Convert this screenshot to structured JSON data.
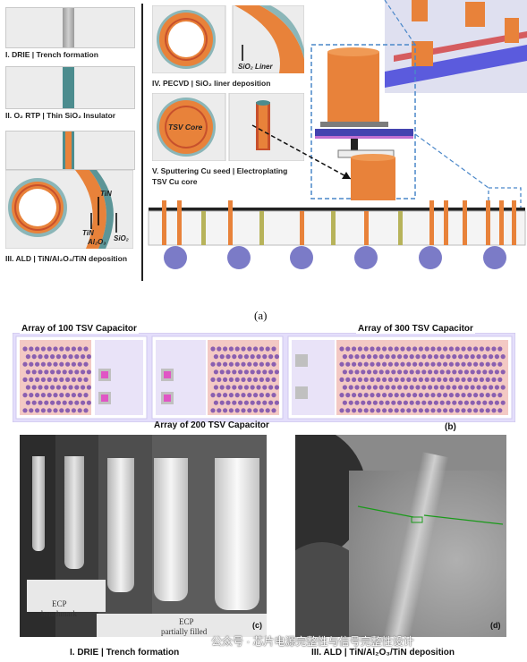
{
  "panel_a": {
    "step1": "I. DRIE | Trench formation",
    "step2": "II. O₂ RTP | Thin SiO₂ Insulator",
    "step3": "III. ALD | TiN/Al₂O₃/TiN deposition",
    "step4": "IV. PECVD | SiO₂ liner deposition",
    "step5_line1": "V. Sputtering Cu seed | Electroplating",
    "step5_line2": "TSV Cu core",
    "sio2_liner": "SiO₂ Liner",
    "tsv_core": "TSV Core",
    "label_tin_a": "TiN",
    "label_tin_b": "TiN",
    "label_al2o3": "Al₂O₃",
    "label_sio2": "SiO₂",
    "caption": "(a)"
  },
  "panel_b": {
    "title_100": "Array of 100 TSV Capacitor",
    "title_300": "Array of 300 TSV Capacitor",
    "title_200": "Array of 200 TSV Capacitor",
    "caption": "(b)"
  },
  "panel_c": {
    "ecp_benchmark_1": "ECP",
    "ecp_benchmark_2": "benchmark",
    "ecp_partial_1": "ECP",
    "ecp_partial_2": "partially filled",
    "caption": "(c)",
    "bottom_label": "I. DRIE | Trench formation"
  },
  "panel_d": {
    "caption": "(d)",
    "bottom_label": "III. ALD | TiN/Al₂O₃/TiN deposition"
  },
  "watermark": "公众号 · 芯片电源完整性与信号完整性设计",
  "colors": {
    "copper": "#e8823a",
    "teal": "#4c8c8e",
    "violet": "#8a5fb0",
    "pink": "#f3c9c4",
    "sphere": "#7b7bc7"
  }
}
